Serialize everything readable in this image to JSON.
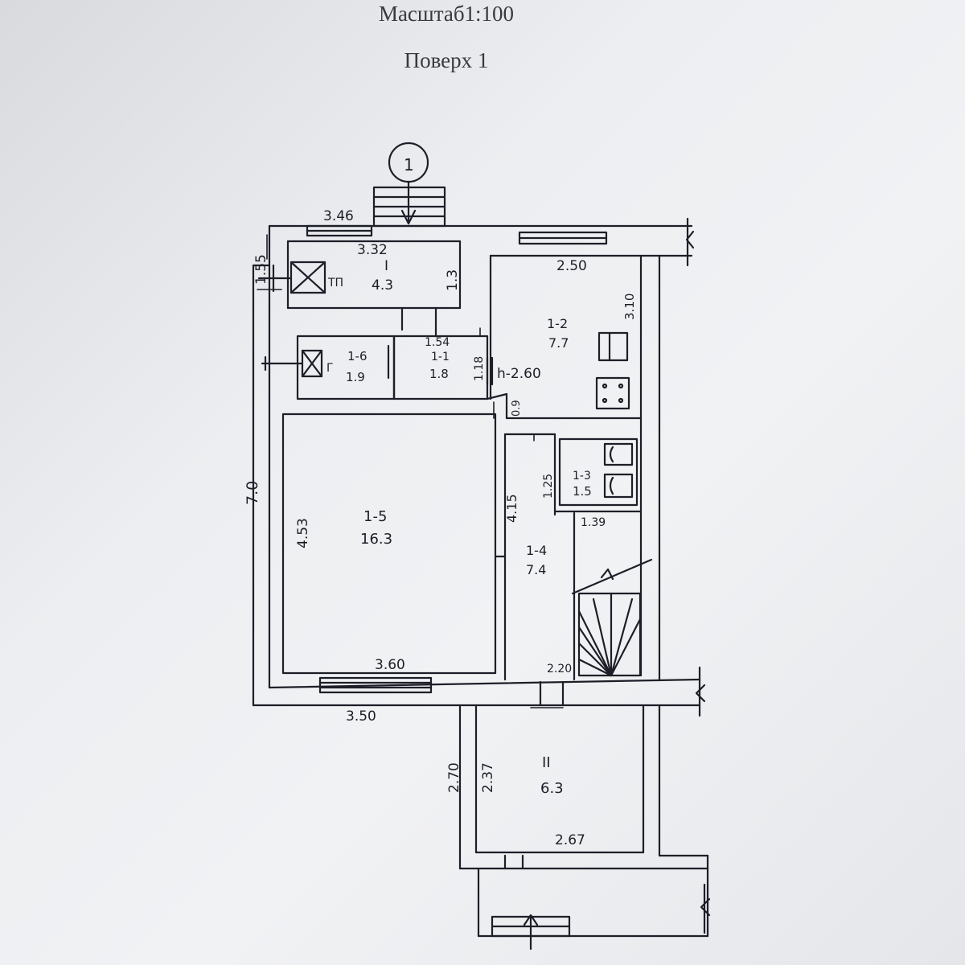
{
  "header": {
    "scale": "Масштаб1:100",
    "floor": "Поверх 1"
  },
  "marker": "1",
  "colors": {
    "ink": "#1d1f28",
    "paper": "#eceef1"
  },
  "rooms": {
    "r1": {
      "number": "I",
      "area": "4.3"
    },
    "r1_1": {
      "number": "1-1",
      "area": "1.8"
    },
    "r1_2": {
      "number": "1-2",
      "area": "7.7"
    },
    "r1_3": {
      "number": "1-3",
      "area": "1.5"
    },
    "r1_4": {
      "number": "1-4",
      "area": "7.4"
    },
    "r1_5": {
      "number": "1-5",
      "area": "16.3"
    },
    "r1_6": {
      "number": "1-6",
      "area": "1.9"
    },
    "r2": {
      "number": "II",
      "area": "6.3"
    }
  },
  "dims": {
    "d346": "3.46",
    "d332": "3.32",
    "d155": "1.55",
    "d13": "1.3",
    "d154": "1.54",
    "d118": "1.18",
    "d250": "2.50",
    "d310": "3.10",
    "d09": "0.9",
    "d125": "1.25",
    "d139": "1.39",
    "d415": "4.15",
    "d453": "4.53",
    "d70": "7.0",
    "d360": "3.60",
    "d220": "2.20",
    "d350": "3.50",
    "d270": "2.70",
    "d237": "2.37",
    "d267": "2.67",
    "height": "h-2.60"
  },
  "labels": {
    "tp": "ТП",
    "g": "Г"
  }
}
